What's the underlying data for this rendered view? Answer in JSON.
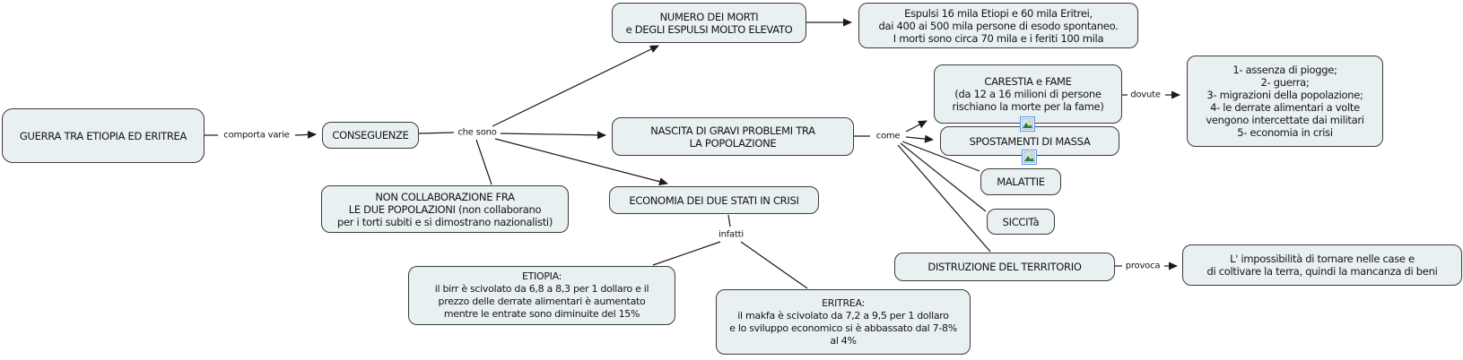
{
  "diagram": {
    "subject": "GUERRA TRA ETIOPIA ED ERITREA",
    "type": "concept-map"
  },
  "colors": {
    "node_fill": "#e9f0f2",
    "node_border": "#3a3a3a",
    "line": "#1a1a1a",
    "background": "#ffffff",
    "icon_border": "#5b8fd4"
  },
  "nodes": {
    "guerra": {
      "text": "GUERRA TRA ETIOPIA ED ERITREA"
    },
    "conseguenze": {
      "text": "CONSEGUENZE"
    },
    "numero": {
      "text": "NUMERO DEI MORTI\ne DEGLI ESPULSI MOLTO ELEVATO"
    },
    "espulsi": {
      "text": "Espulsi 16 mila Etiopi e 60 mila Eritrei,\ndai 400 ai 500 mila persone di esodo spontaneo.\nI morti sono circa 70 mila e i feriti 100 mila"
    },
    "nascita": {
      "text": "NASCITA DI GRAVI PROBLEMI TRA\nLA POPOLAZIONE"
    },
    "carestia": {
      "text": "CARESTIA e FAME\n(da 12 a 16 milioni di persone\nrischiano la morte per la fame)"
    },
    "cause_fame": {
      "text": "1- assenza di piogge;\n2- guerra;\n3- migrazioni della popolazione;\n4- le derrate alimentari a volte\nvengono intercettate dai militari\n5- economia in crisi"
    },
    "spostamenti": {
      "text": "SPOSTAMENTI DI MASSA"
    },
    "malattie": {
      "text": "MALATTIE"
    },
    "siccita": {
      "text": "SICCITà"
    },
    "distruzione": {
      "text": "DISTRUZIONE DEL TERRITORIO"
    },
    "impossibilita": {
      "text": "L' impossibilità di tornare nelle case e\ndi coltivare la terra, quindi la mancanza di beni"
    },
    "noncollab": {
      "text": "NON COLLABORAZIONE FRA\nLE DUE POPOLAZIONI (non collaborano\nper i torti subiti e si dimostrano nazionalisti)"
    },
    "economia": {
      "text": "ECONOMIA DEI DUE STATI IN CRISI"
    },
    "etiopia": {
      "text": "ETIOPIA:\nil birr è scivolato da 6,8 a 8,3 per 1 dollaro e il\nprezzo delle derrate alimentari è aumentato\nmentre le entrate sono diminuite del 15%"
    },
    "eritrea": {
      "text": "ERITREA:\nil makfa è scivolato da 7,2 a 9,5 per 1 dollaro\ne lo sviluppo economico si è abbassato dal 7-8%\nal 4%"
    }
  },
  "labels": {
    "comporta_varie": "comporta varie",
    "che_sono": "che sono",
    "come": "come",
    "dovute": "dovute",
    "provoca": "provoca",
    "infatti": "infatti"
  },
  "icons": {
    "carestia_resource": "picture-resource-icon",
    "spostamenti_resource": "picture-resource-icon"
  }
}
